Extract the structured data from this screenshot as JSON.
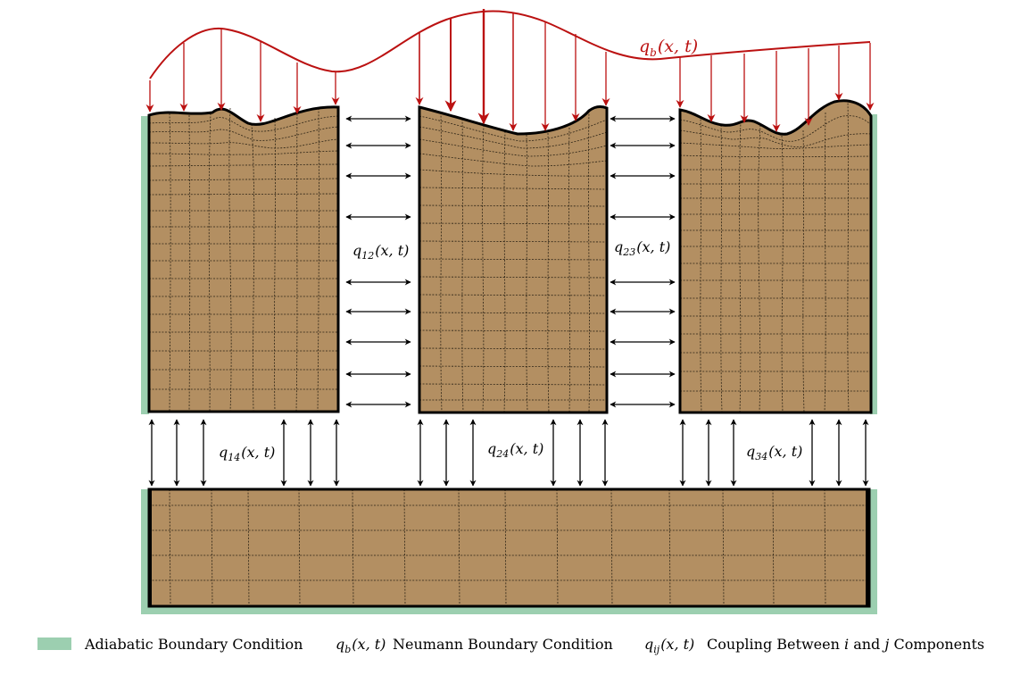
{
  "colors": {
    "insulation": "#9ccfb0",
    "material": "#b38f62",
    "outline": "#000000",
    "flux": "#bb1111",
    "grid": "#2d2416"
  },
  "labels": {
    "qb": {
      "base": "q",
      "sub": "b",
      "arg": "(x, t)"
    },
    "q12": {
      "base": "q",
      "sub": "12",
      "arg": "(x, t)"
    },
    "q23": {
      "base": "q",
      "sub": "23",
      "arg": "(x, t)"
    },
    "q14": {
      "base": "q",
      "sub": "14",
      "arg": "(x, t)"
    },
    "q24": {
      "base": "q",
      "sub": "24",
      "arg": "(x, t)"
    },
    "q34": {
      "base": "q",
      "sub": "34",
      "arg": "(x, t)"
    }
  },
  "legend": {
    "adiabatic": "Adiabatic Boundary Condition",
    "neumann_symbol": {
      "base": "q",
      "sub": "b",
      "arg": "(x, t)"
    },
    "neumann": "Neumann Boundary Condition",
    "coupling_symbol": {
      "base": "q",
      "sub": "ij",
      "arg": "(x, t)"
    },
    "coupling_pre": "Coupling Between",
    "coupling_i": "i",
    "coupling_and": "and",
    "coupling_j": "j",
    "coupling_post": "Components"
  }
}
